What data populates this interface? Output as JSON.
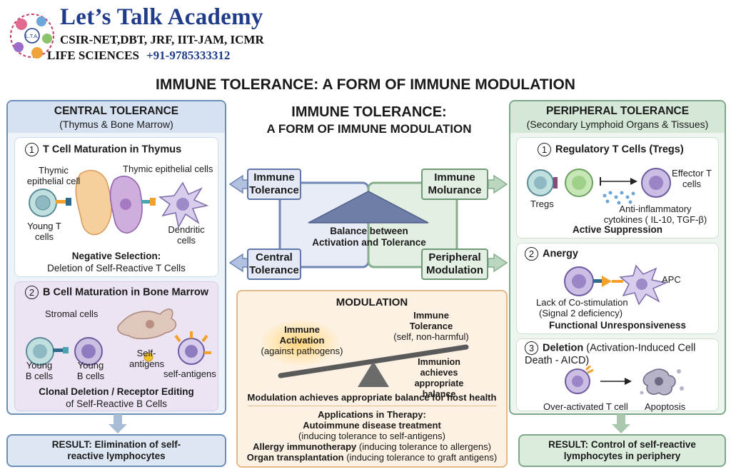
{
  "brand": {
    "name": "Let’s Talk Academy",
    "line1": "CSIR-NET,DBT, JRF, IIT-JAM, ICMR",
    "line2": "LIFE SCIENCES",
    "phone": "+91-9785333312",
    "logo_text": "L.T.A."
  },
  "main_title": "IMMUNE TOLERANCE: A FORM OF IMMUNE MODULATION",
  "central": {
    "title": "CENTRAL TOLERANCE",
    "subtitle": "(Thymus & Bone Marrow)",
    "s1": {
      "num": "1",
      "title": "T Cell Maturation in Thymus",
      "label_thymic_left": "Thymic epithelial cell",
      "label_thymic_right": "Thymic epithelial cells",
      "label_young": "Young T cells",
      "label_dendritic": "Dendritic cells",
      "footer_bold": "Negative Selection:",
      "footer": "Deletion of Self-Reactive T Cells"
    },
    "s2": {
      "num": "2",
      "title": "B Cell Maturation in Bone Marrow",
      "label_stromal": "Stromal cells",
      "label_young1": "Young B cells",
      "label_young2": "Young B cells",
      "label_self": "Self-antigens",
      "label_selfantigens": "self-antigens",
      "footer_bold": "Clonal Deletion / Receptor Editing",
      "footer": "of Self-Reactive B Cells"
    },
    "result": "RESULT: Elimination of self-reactive lymphocytes"
  },
  "center": {
    "title_line1": "IMMUNE TOLERANCE:",
    "title_line2": "A FORM OF IMMUNE MODULATION",
    "box_immune_tolerance": "Immune Tolerance",
    "box_immune_molurance": "Immune Molurance",
    "box_central_tolerance": "Central Tolerance",
    "box_peripheral_modulation": "Peripheral Modulation",
    "balance": "Balance between Activation and Tolerance"
  },
  "modulation": {
    "title": "MODULATION",
    "activation_bold": "Immune Activation",
    "activation_sub": "(against pathogens)",
    "tolerance_bold": "Immune Tolerance",
    "tolerance_sub": "(self, non-harmful)",
    "immunion": "Immunion achieves appropriate balance",
    "achieves": "Modulation achieves appropriate balance for host health",
    "apps_title": "Applications in Therapy:",
    "app1_bold": "Autoimmune disease treatment",
    "app1_sub": "(inducing tolerance to self-antigens)",
    "app2_bold": "Allergy immunotherapy",
    "app2_sub": "(inducing tolerance to allergens)",
    "app3_bold": "Organ transplantation",
    "app3_sub": "(inducing tolerance to graft antigens)"
  },
  "peripheral": {
    "title": "PERIPHERAL TOLERANCE",
    "subtitle": "(Secondary Lymphoid Organs & Tissues)",
    "s1": {
      "num": "1",
      "title": "Regulatory T Cells (Tregs)",
      "label_tregs": "Tregs",
      "label_effector": "Effector T cells",
      "label_cytokines": "Anti-inflammatory cytokines ( IL-10, TGF-β)",
      "footer": "Active Suppression"
    },
    "s2": {
      "num": "2",
      "title": "Anergy",
      "label_apc": "APC",
      "label_lack": "Lack of Co-stimulation",
      "label_signal": "(Signal 2 deficiency)",
      "footer": "Functional Unresponsiveness"
    },
    "s3": {
      "num": "3",
      "title_bold": "Deletion",
      "title_rest": "(Activation-Induced Cell Death - AICD)",
      "label_over": "Over-activated T cell",
      "label_apoptosis": "Apoptosis"
    },
    "result": "RESULT: Control of self-reactive lymphocytes in periphery"
  }
}
